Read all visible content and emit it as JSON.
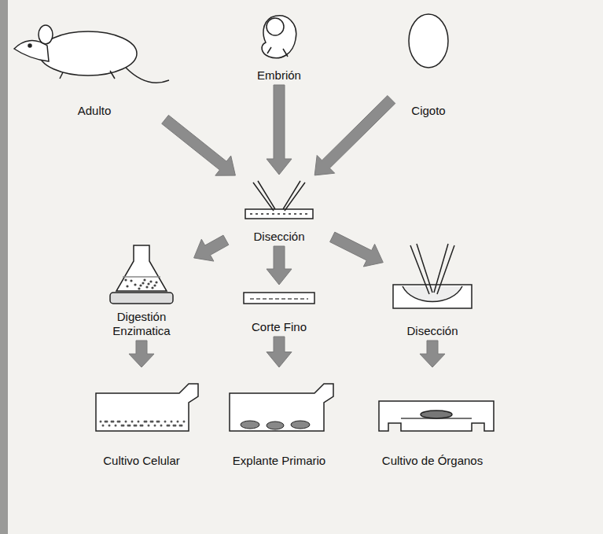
{
  "diagram": {
    "nodes": [
      {
        "text": [
          "Adulto"
        ]
      },
      {
        "text": [
          "Embrión"
        ]
      },
      {
        "text": [
          "Cigoto"
        ]
      },
      {
        "text": [
          "Disección"
        ]
      },
      {
        "text": [
          "Digestión Enzimatica"
        ]
      },
      {
        "text": [
          "Corte Fino"
        ]
      },
      {
        "text": [
          "Disección"
        ]
      },
      {
        "text": [
          "Cultivo Celular"
        ]
      },
      {
        "text": [
          "Explante Primario"
        ]
      },
      {
        "text": [
          "Cultivo de Órganos"
        ]
      }
    ],
    "edges": [
      {
        "from": 0,
        "to": 3,
        "arrow": "to"
      },
      {
        "from": 1,
        "to": 3,
        "arrow": "to"
      },
      {
        "from": 2,
        "to": 3,
        "arrow": "to"
      },
      {
        "from": 3,
        "to": 4,
        "arrow": "to"
      },
      {
        "from": 3,
        "to": 5,
        "arrow": "to"
      },
      {
        "from": 3,
        "to": 6,
        "arrow": "to"
      },
      {
        "from": 4,
        "to": 7,
        "arrow": "to"
      },
      {
        "from": 5,
        "to": 8,
        "arrow": "to"
      },
      {
        "from": 6,
        "to": 9,
        "arrow": "to"
      }
    ]
  }
}
